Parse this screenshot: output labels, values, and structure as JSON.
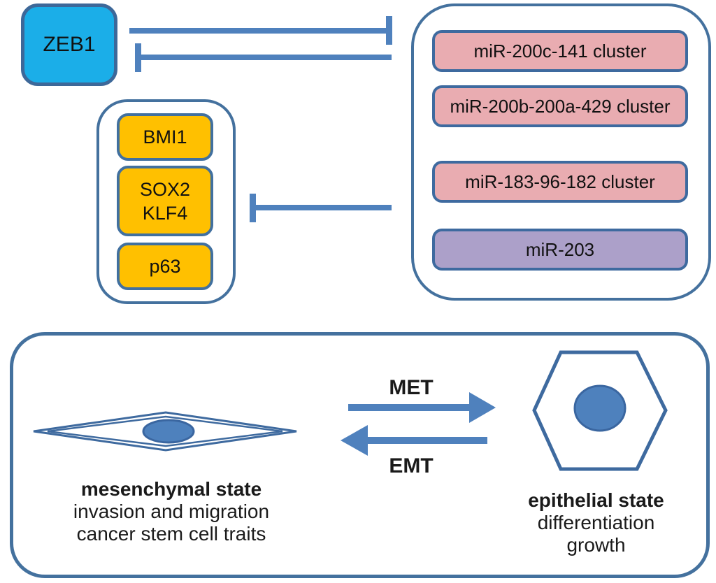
{
  "colors": {
    "zeb1_fill": "#1BAEE8",
    "zeb1_border": "#3D6899",
    "mir_cluster_fill": "#E9ACB1",
    "mir203_fill": "#ACA0C9",
    "factor_fill": "#FFC000",
    "box_border": "#3E6A9F",
    "container_border": "#44719E",
    "arrow_blue": "#4F81BD",
    "nucleus_fill": "#4E81BD",
    "text": "#111111"
  },
  "zeb1": {
    "label": "ZEB1"
  },
  "mir_group": {
    "items": [
      {
        "label": "miR-200c-141 cluster"
      },
      {
        "label": "miR-200b-200a-429 cluster"
      },
      {
        "label": "miR-183-96-182 cluster"
      },
      {
        "label": "miR-203"
      }
    ]
  },
  "factors": {
    "items": [
      {
        "label": "BMI1"
      },
      {
        "lines": [
          "SOX2",
          "KLF4"
        ]
      },
      {
        "label": "p63"
      }
    ]
  },
  "transitions": {
    "met": "MET",
    "emt": "EMT"
  },
  "mesenchymal": {
    "title": "mesenchymal state",
    "traits": [
      "invasion and migration",
      "cancer stem cell traits"
    ]
  },
  "epithelial": {
    "title": "epithelial state",
    "traits": [
      "differentiation",
      "growth"
    ]
  }
}
